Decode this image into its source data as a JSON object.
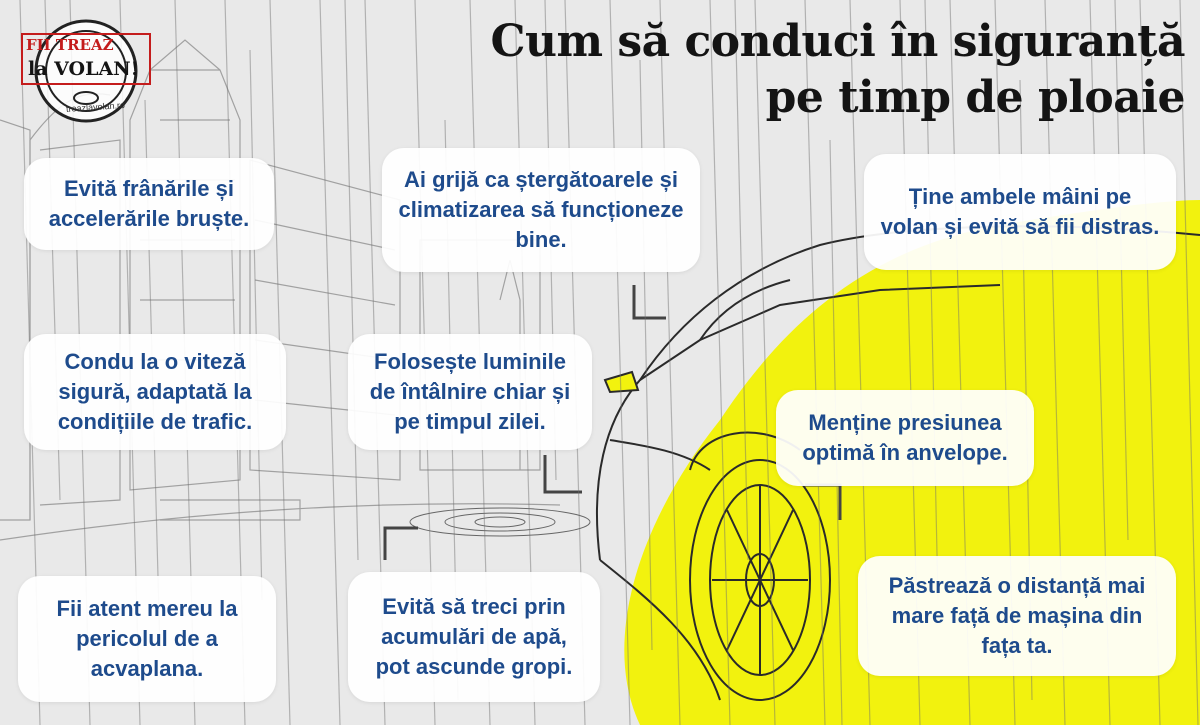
{
  "title": "Cum să conduci în siguranță pe timp de ploaie",
  "logo": {
    "line1": "FII TREAZ",
    "line2": "la VOLAN!",
    "url": "treazlavolan.ro"
  },
  "tips": [
    "Evită frânările și accelerările bruște.",
    "Ai grijă ca ștergătoarele și climatizarea să funcționeze bine.",
    "Ține ambele mâini pe volan și evită să fii distras.",
    "Condu la o viteză sigură, adaptată la condițiile de trafic.",
    "Folosește luminile de întâlnire chiar și pe timpul zilei.",
    "Menține presiunea optimă în anvelope.",
    "Fii atent mereu la pericolul de a acvaplana.",
    "Evită să treci prin acumulări de apă, pot ascunde gropi.",
    "Păstrează o distanță mai mare față de mașina din fața ta."
  ],
  "colors": {
    "accent": "#f2f20e",
    "text": "#1e4b8c",
    "brand_red": "#c41c1c"
  }
}
